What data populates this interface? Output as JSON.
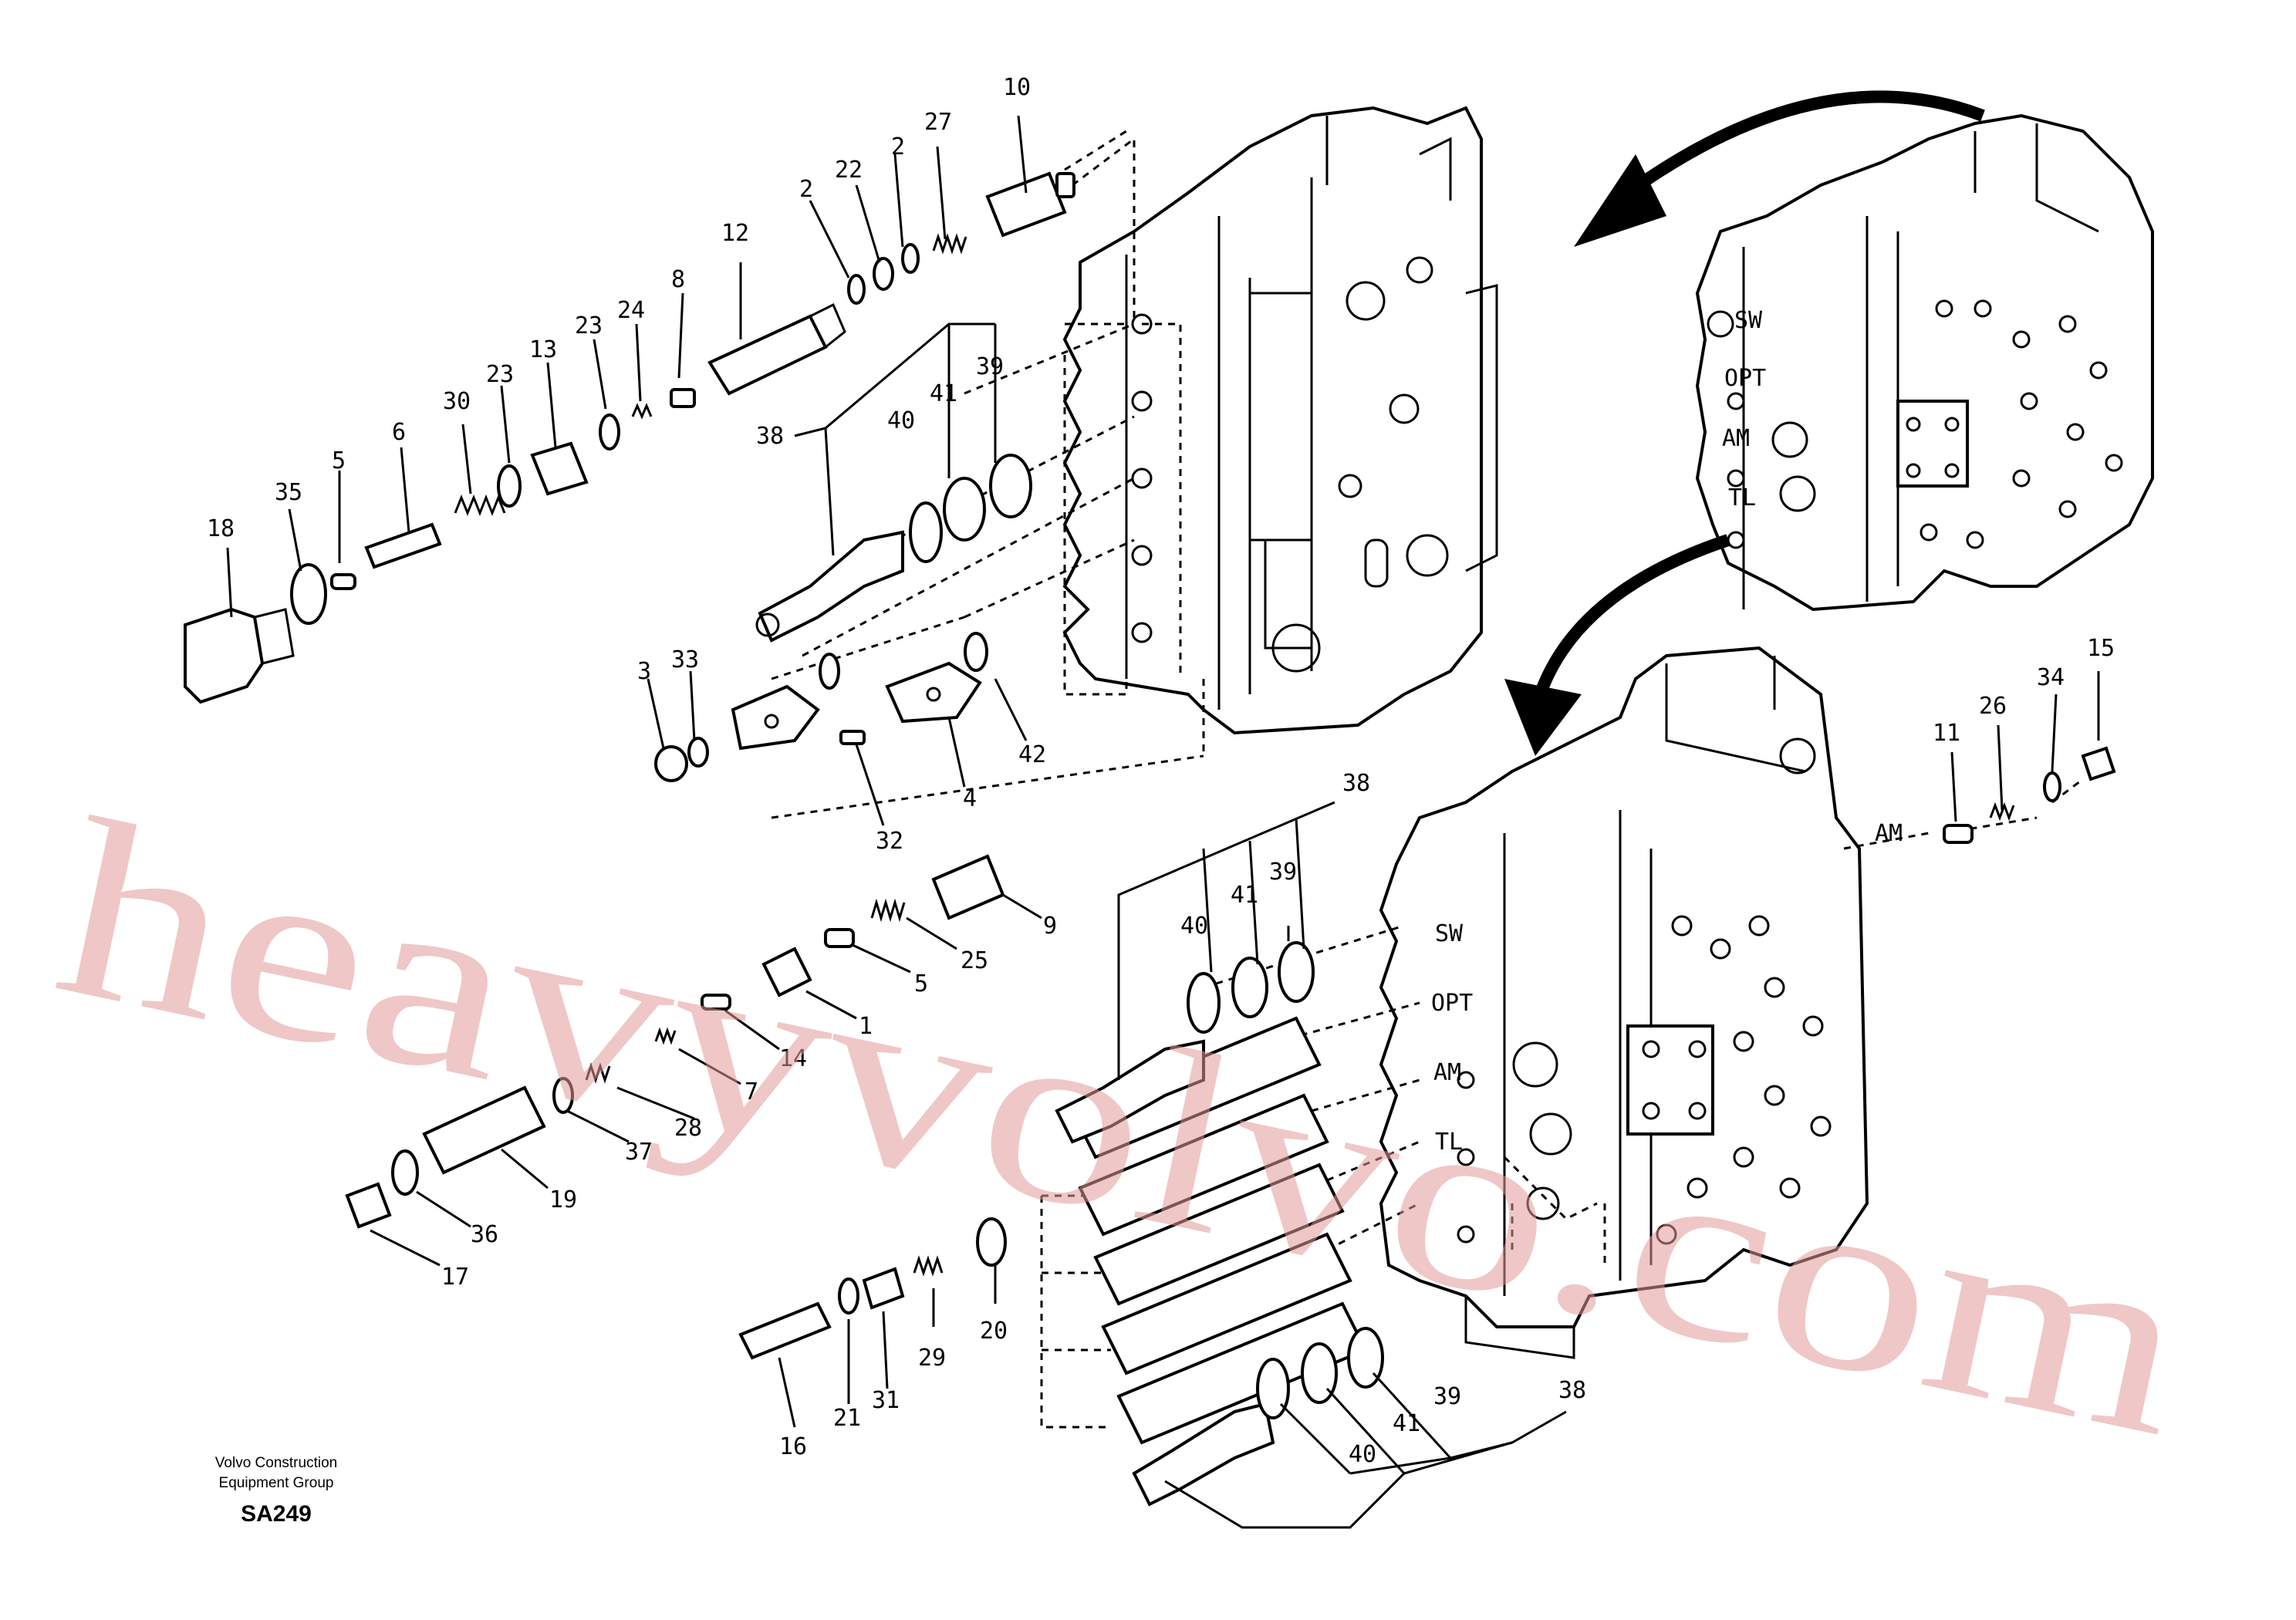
{
  "callouts": {
    "c10": "10",
    "c27": "27",
    "c2a": "2",
    "c22": "22",
    "c2b": "2",
    "c12": "12",
    "c8": "8",
    "c24": "24",
    "c23a": "23",
    "c13": "13",
    "c23b": "23",
    "c30": "30",
    "c6": "6",
    "c5a": "5",
    "c35": "35",
    "c18": "18",
    "c38a": "38",
    "c40a": "40",
    "c41a": "41",
    "c39a": "39",
    "c3": "3",
    "c33": "33",
    "c32": "32",
    "c4": "4",
    "c42": "42",
    "c9": "9",
    "c25": "25",
    "c5b": "5",
    "c1": "1",
    "c14": "14",
    "c7": "7",
    "c28": "28",
    "c37": "37",
    "c19": "19",
    "c36": "36",
    "c17": "17",
    "c38b": "38",
    "c40b": "40",
    "c41b": "41",
    "c39b": "39",
    "c11": "11",
    "c26": "26",
    "c34": "34",
    "c15": "15",
    "c16": "16",
    "c21": "21",
    "c31": "31",
    "c29": "29",
    "c20": "20",
    "c39c": "39",
    "c38c": "38",
    "c41c": "41",
    "c40c": "40"
  },
  "ports": {
    "upper": {
      "sw": "SW",
      "opt": "OPT",
      "am": "AM",
      "tl": "TL"
    },
    "lower": {
      "sw": "SW",
      "opt": "OPT",
      "am": "AM",
      "tl": "TL"
    },
    "am_side": "AM"
  },
  "watermark": "heavyvolvo.com",
  "caption": {
    "line1": "Volvo Construction",
    "line2": "Equipment Group",
    "code": "SA249"
  }
}
